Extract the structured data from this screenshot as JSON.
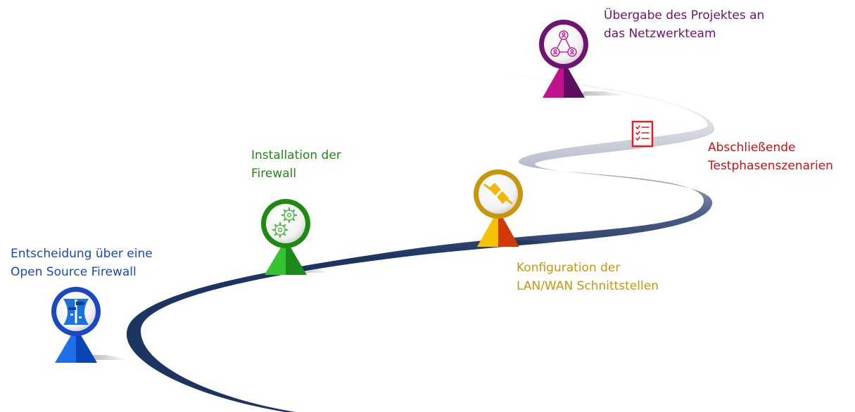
{
  "milestones": [
    {
      "id": 1,
      "line1": "Entscheidung über eine",
      "line2": "Open Source Firewall",
      "color": "#1a47c4",
      "pin_light": "#1f6fe8",
      "pin_dark": "#0a45b5",
      "icon": "signpost-icon"
    },
    {
      "id": 2,
      "line1": "Installation der",
      "line2": "Firewall",
      "color": "#1f8a12",
      "pin_light": "#33c430",
      "pin_dark": "#1c8a1a",
      "icon": "gears-icon"
    },
    {
      "id": 3,
      "line1": "Konfiguration der",
      "line2": "LAN/WAN Schnittstellen",
      "color": "#c9950a",
      "pin_light": "#f7c300",
      "pin_dark": "#d23a05",
      "icon": "plug-icon"
    },
    {
      "id": 4,
      "line1": "Abschließende",
      "line2": "Testphasenszenarien",
      "color": "#cc1010",
      "icon": "checklist-icon"
    },
    {
      "id": 5,
      "line1": "Übergabe des Projektes an",
      "line2": "das Netzwerkteam",
      "color": "#6e1470",
      "pin_light": "#c0128f",
      "pin_dark": "#5d0f5e",
      "icon": "team-network-icon"
    }
  ],
  "road_color": "#1d3461"
}
